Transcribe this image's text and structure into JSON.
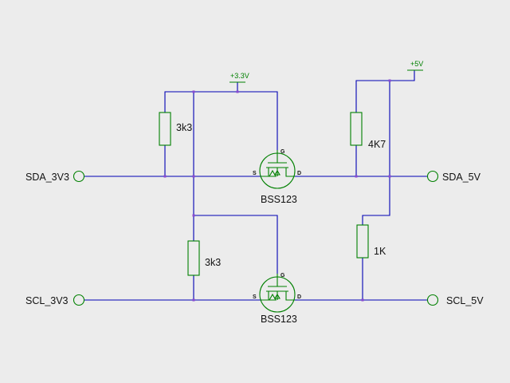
{
  "ports": {
    "sda_3v3": "SDA_3V3",
    "sda_5v": "SDA_5V",
    "scl_3v3": "SCL_3V3",
    "scl_5v": "SCL_5V"
  },
  "power": {
    "v33": "+3.3V",
    "v5": "+5V"
  },
  "resistors": {
    "r_sda_3v3": "3k3",
    "r_scl_3v3": "3k3",
    "r_sda_5v": "4K7",
    "r_scl_5v": "1K"
  },
  "transistors": {
    "q_sda": "BSS123",
    "q_scl": "BSS123"
  },
  "pins": {
    "gate": "G",
    "source": "S",
    "drain": "D"
  },
  "colors": {
    "wire": "#0000b4",
    "component": "#008000",
    "junction": "#8a4ad0",
    "background": "#ececec"
  }
}
